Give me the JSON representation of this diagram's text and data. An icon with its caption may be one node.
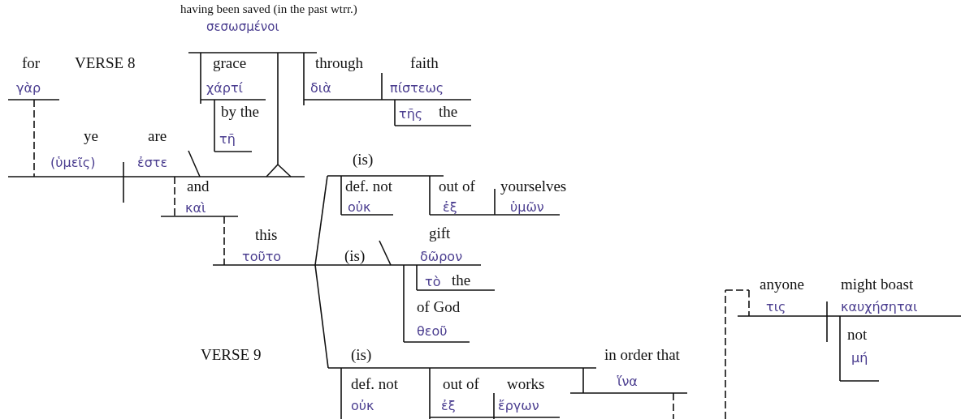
{
  "diagram": {
    "labels": [
      "having been saved (in the past wtrr.)",
      "σεσωσμένοι",
      "for",
      "VERSE 8",
      "grace",
      "through",
      "faith",
      "γὰρ",
      "χάρτί",
      "διὰ",
      "πίστεως",
      "by the",
      "τῆς",
      "the",
      "ye",
      "are",
      "τῆ",
      "(ὑμεῖς)",
      "ἐστε",
      "(is)",
      "and",
      "def. not",
      "out of",
      "yourselves",
      "καὶ",
      "οὐκ",
      "ἐξ",
      "ὑμῶν",
      "this",
      "gift",
      "τοῦτο",
      "(is)",
      "δῶρον",
      "τὸ",
      "the",
      "anyone",
      "might boast",
      "of God",
      "τις",
      "καυχήσηται",
      "θεοῦ",
      "not",
      "VERSE 9",
      "(is)",
      "in order that",
      "μή",
      "def. not",
      "out of",
      "works",
      "ἵνα",
      "οὐκ",
      "ἐξ",
      "ἔργων"
    ]
  }
}
